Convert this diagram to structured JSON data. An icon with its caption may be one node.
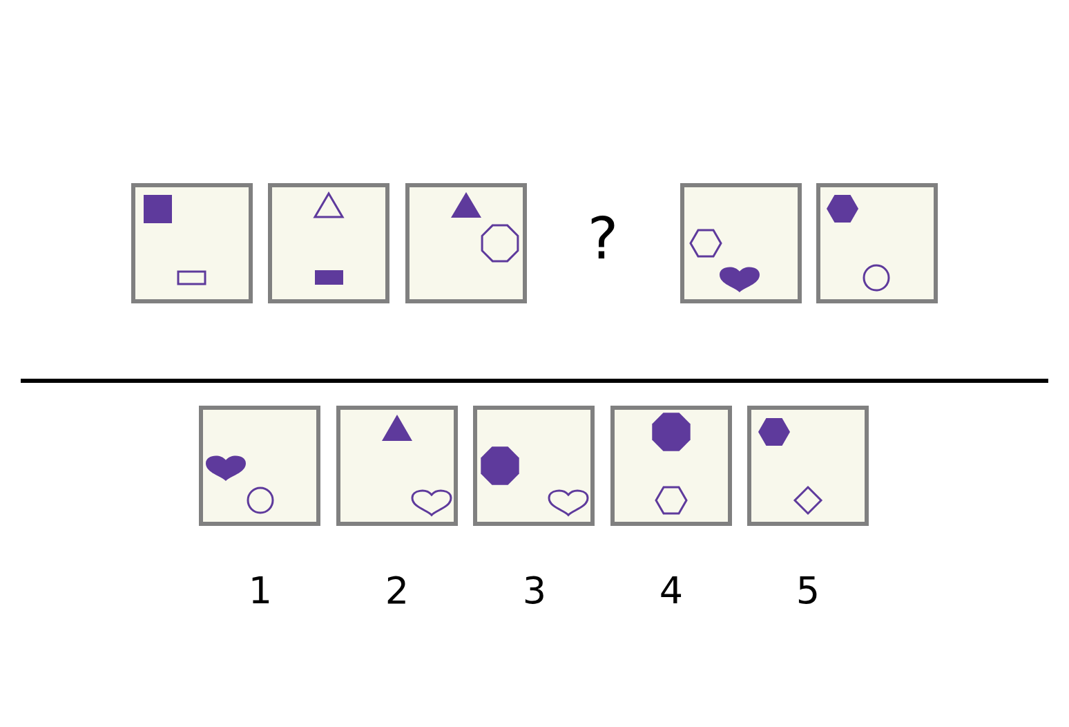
{
  "diagram": {
    "labels": [
      "?",
      "1",
      "2",
      "3",
      "4",
      "5"
    ]
  }
}
